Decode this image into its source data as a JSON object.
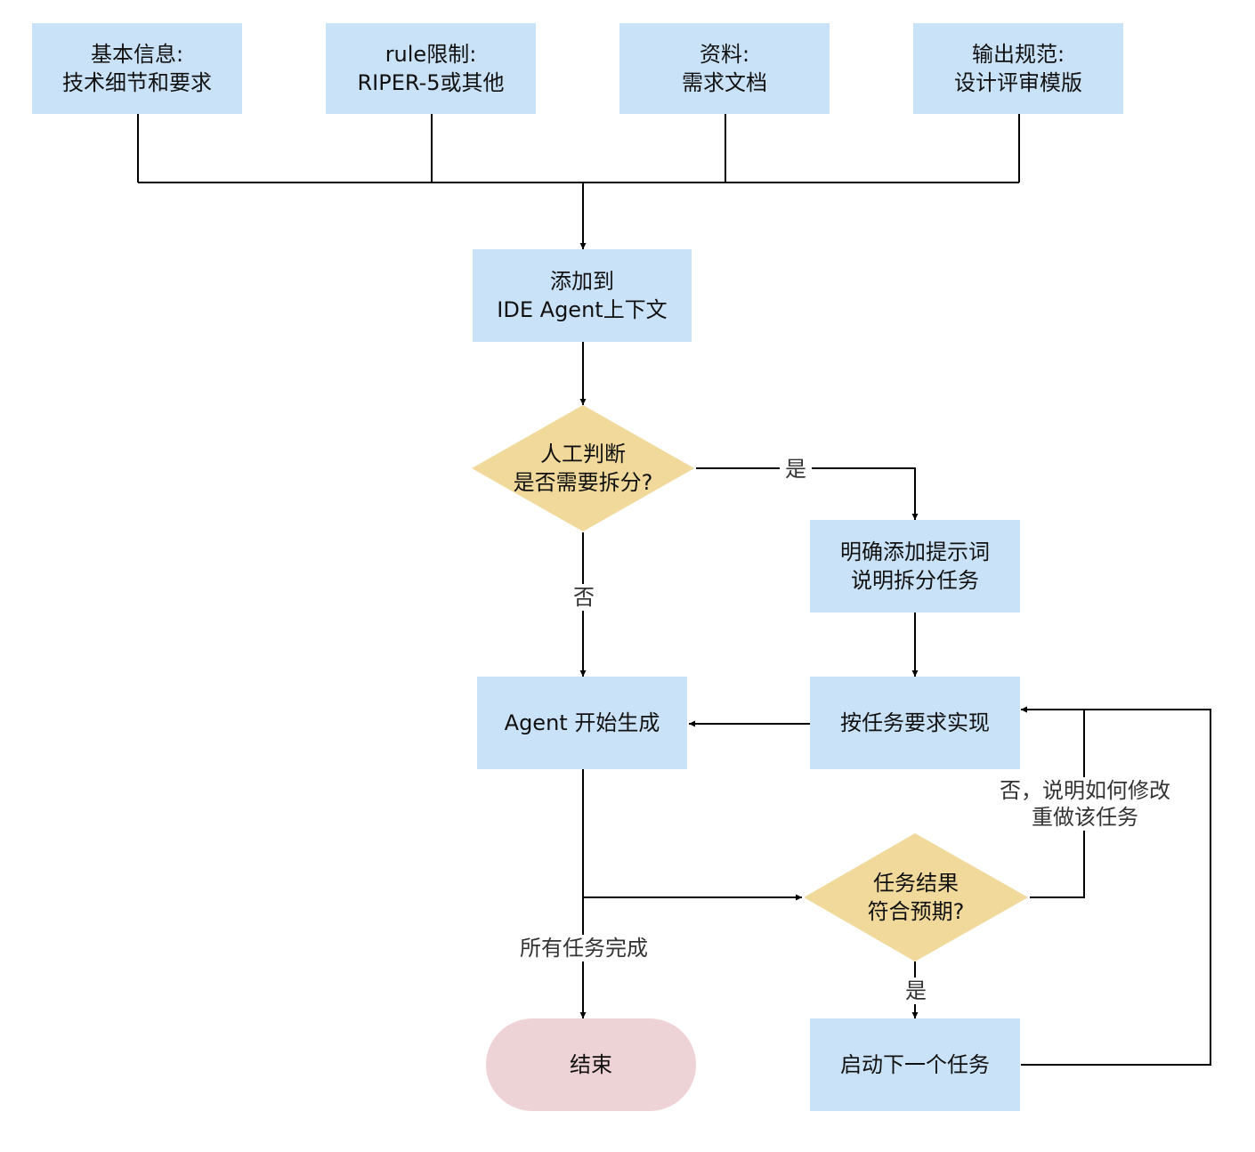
{
  "colors": {
    "process_fill": "#c9e2f7",
    "decision_fill": "#f0d99a",
    "terminal_fill": "#eed3d6",
    "line": "#000000"
  },
  "inputs": {
    "basic_info": {
      "line1": "基本信息:",
      "line2": "技术细节和要求"
    },
    "rule": {
      "line1": "rule限制:",
      "line2": "RIPER-5或其他"
    },
    "materials": {
      "line1": "资料:",
      "line2": "需求文档"
    },
    "output_spec": {
      "line1": "输出规范:",
      "line2": "设计评审模版"
    }
  },
  "nodes": {
    "add_context": {
      "line1": "添加到",
      "line2": "IDE Agent上下文"
    },
    "split_decision": {
      "line1": "人工判断",
      "line2": "是否需要拆分?"
    },
    "explicit_prompt": {
      "line1": "明确添加提示词",
      "line2": "说明拆分任务"
    },
    "agent_generate": {
      "label": "Agent 开始生成"
    },
    "implement_task": {
      "label": "按任务要求实现"
    },
    "result_decision": {
      "line1": "任务结果",
      "line2": "符合预期?"
    },
    "next_task": {
      "label": "启动下一个任务"
    },
    "end": {
      "label": "结束"
    }
  },
  "edge_labels": {
    "split_yes": "是",
    "split_no": "否",
    "result_yes": "是",
    "result_no_line1": "否，说明如何修改",
    "result_no_line2": "重做该任务",
    "all_done": "所有任务完成"
  }
}
